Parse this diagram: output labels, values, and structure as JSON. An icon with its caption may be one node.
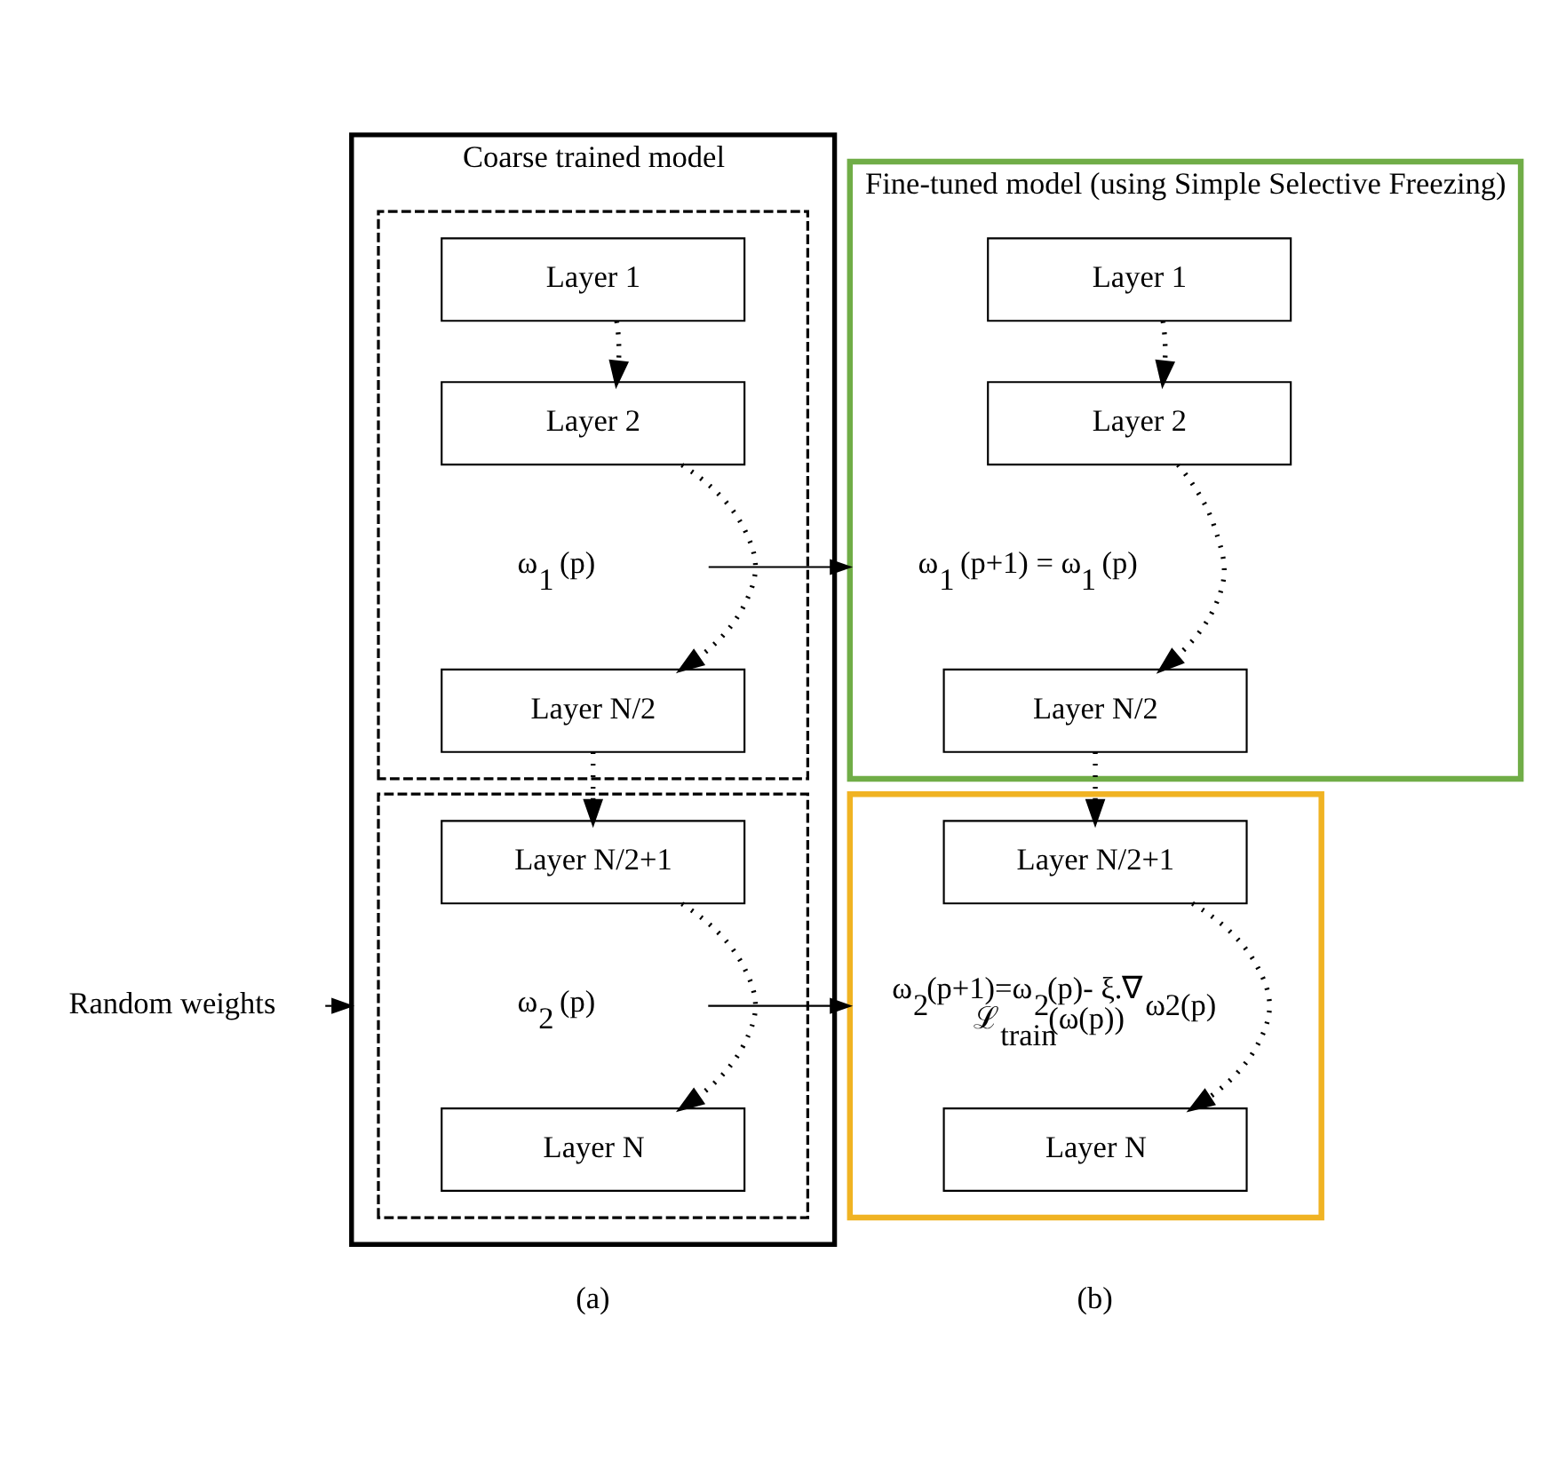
{
  "diagram": {
    "nodes": [
      {
        "text": [
          "Coarse trained model"
        ],
        "beside": [
          "(a)"
        ]
      },
      {
        "text": [],
        "shape": "box",
        "in": 0
      },
      {
        "text": [
          "Layer 1"
        ],
        "in": 1
      },
      {
        "text": [
          "Layer 2"
        ],
        "in": 1
      },
      {
        "text": [
          "ω$_{1}$ (p)"
        ],
        "in": 1
      },
      {
        "text": [
          "Layer N/2"
        ],
        "in": 1
      },
      {
        "text": [],
        "shape": "box",
        "in": 0
      },
      {
        "text": [
          "Layer N/2+1"
        ],
        "in": 6
      },
      {
        "text": [
          "ω$_{2}$ (p)"
        ],
        "in": 6
      },
      {
        "text": [
          "Layer N"
        ],
        "in": 6
      },
      {
        "text": [
          "Random weights"
        ]
      },
      {
        "text": [
          "Fine-tuned model (using Simple Selective Freezing)"
        ]
      },
      {
        "text": [
          "Layer 1"
        ],
        "in": 11
      },
      {
        "text": [
          "Layer 2"
        ],
        "in": 11
      },
      {
        "text": [
          "ω$_{1}$ (p+1) = ω$_{1}$ (p)"
        ],
        "in": 11
      },
      {
        "text": [
          "Layer N/2"
        ],
        "in": 11
      },
      {
        "text": [],
        "shape": "box",
        "beside": [
          "(b)"
        ]
      },
      {
        "text": [
          "Layer N/2+1"
        ],
        "in": 16
      },
      {
        "text": [
          "ω$_{2}$(p+1)=ω$_{2}$(p)- ξ.∇$_{ω2(p)}$ ℒ$_{train}$(ω(p))"
        ],
        "in": 16
      },
      {
        "text": [
          "Layer N"
        ],
        "in": 16
      }
    ],
    "edges": [
      {
        "from": 2,
        "to": 3,
        "arrow": "to",
        "style": "dashed"
      },
      {
        "from": 3,
        "to": 5,
        "arrow": "to",
        "style": "dashed"
      },
      {
        "from": 5,
        "to": 7,
        "arrow": "to",
        "style": "dashed"
      },
      {
        "from": 7,
        "to": 9,
        "arrow": "to",
        "style": "dashed"
      },
      {
        "from": 10,
        "to": 0,
        "arrow": "to"
      },
      {
        "from": 4,
        "to": 11,
        "arrow": "to"
      },
      {
        "from": 8,
        "to": 16,
        "arrow": "to"
      },
      {
        "from": 12,
        "to": 13,
        "arrow": "to",
        "style": "dashed"
      },
      {
        "from": 13,
        "to": 15,
        "arrow": "to",
        "style": "dashed"
      },
      {
        "from": 15,
        "to": 17,
        "arrow": "to",
        "style": "dashed"
      },
      {
        "from": 17,
        "to": 19,
        "arrow": "to",
        "style": "dashed"
      }
    ]
  }
}
